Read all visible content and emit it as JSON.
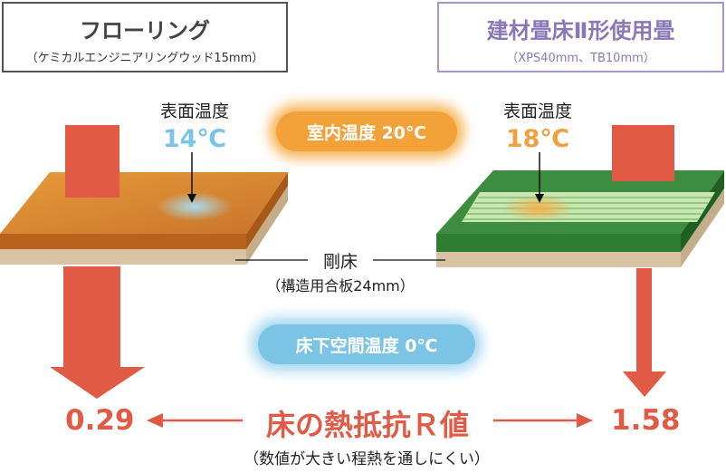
{
  "left_panel": {
    "title": "フローリング",
    "subtitle": "（ケミカルエンジニアリングウッド15mm）",
    "surface_label": "表面温度",
    "surface_temp": "14℃",
    "r_value": "0.29"
  },
  "right_panel": {
    "title": "建材畳床Ⅱ形使用畳",
    "subtitle": "（XPS40mm、TB10mm）",
    "surface_label": "表面温度",
    "surface_temp": "18℃",
    "r_value": "1.58"
  },
  "indoor_temp": "室内温度 20℃",
  "subfloor": {
    "label": "剛床",
    "detail": "（構造用合板24mm）"
  },
  "underfloor_temp": "床下空間温度 0℃",
  "r_title": "床の熱抵抗Ｒ値",
  "r_note": "（数値が大きい程熱を通しにくい）",
  "colors": {
    "red": "#e05a45",
    "blue": "#7cc4e6",
    "orange": "#f0a040",
    "purple": "#8a77b8",
    "green": "#2f7d32",
    "wood": "#d9892e",
    "beige": "#d8c4a4"
  }
}
